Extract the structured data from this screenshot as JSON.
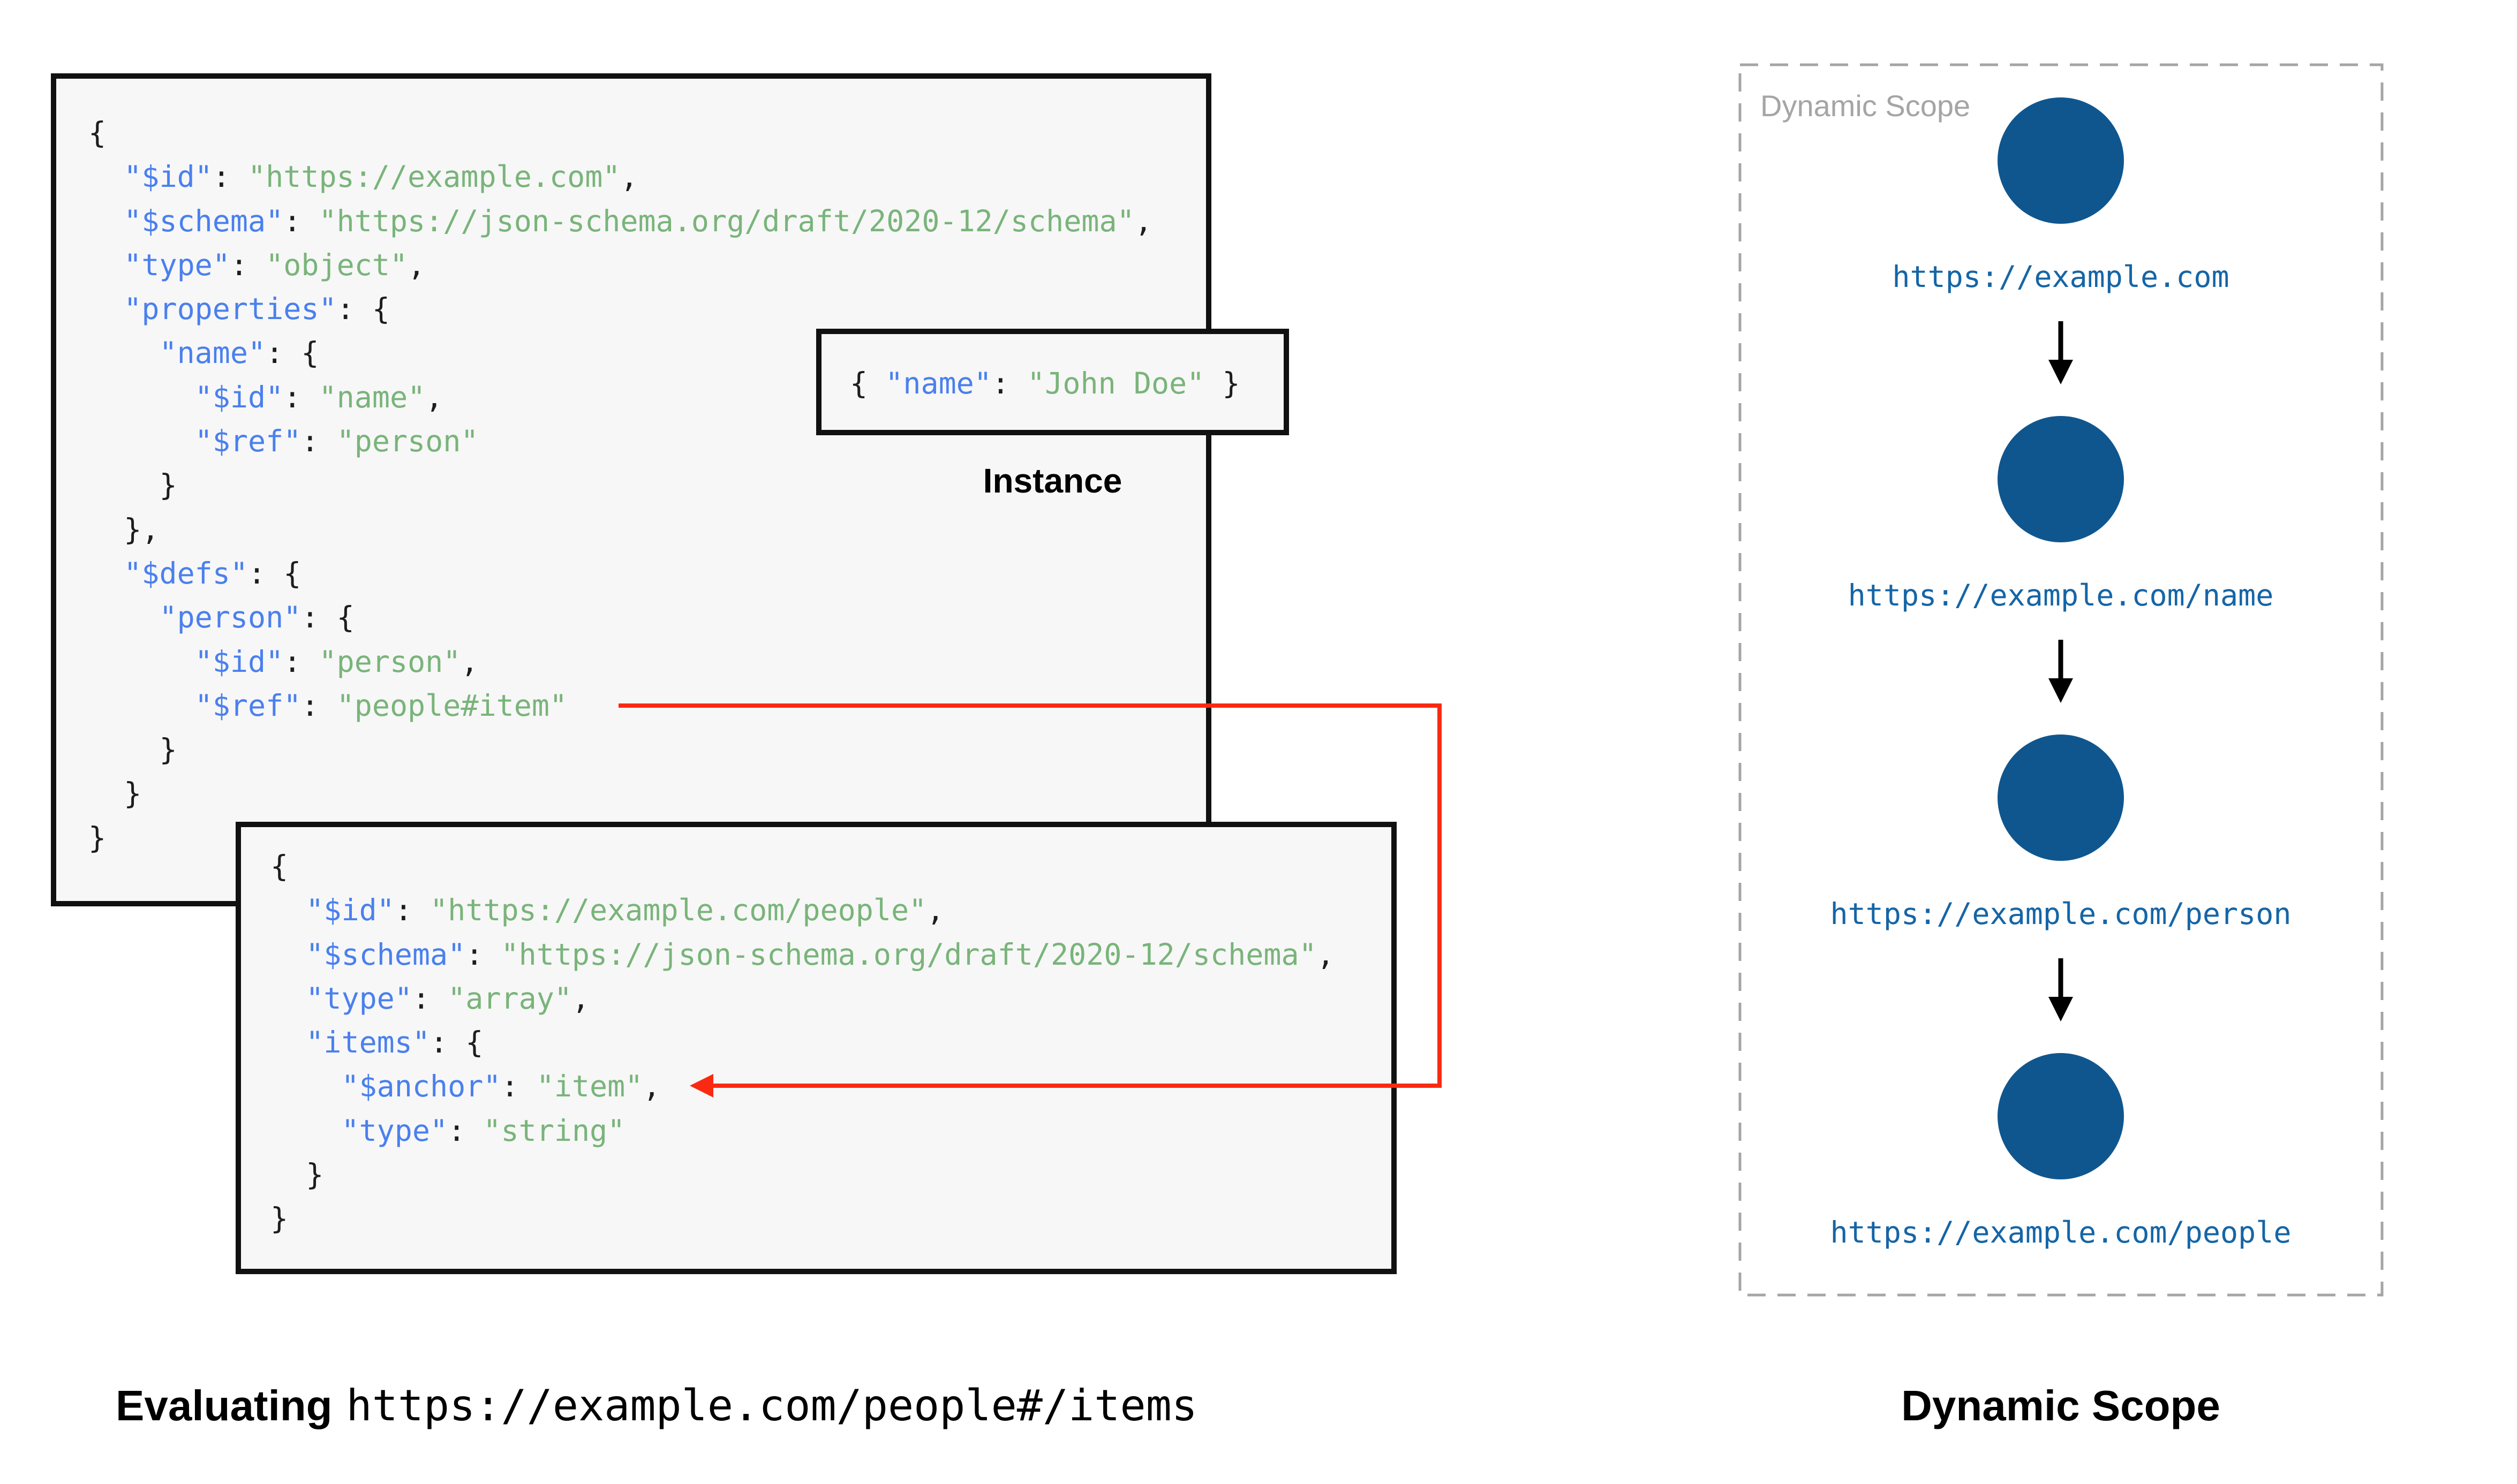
{
  "colors": {
    "key": "#4a80ee",
    "string": "#79b47a",
    "punct": "#1d1d1d",
    "box_bg": "#f7f7f7",
    "box_border": "#111111",
    "circle": "#10568e",
    "scope_label": "#1565a6",
    "red": "#fa2a12",
    "panel_gray": "#a5a5a5"
  },
  "schema_box": {
    "lines": [
      [
        {
          "t": "{",
          "c": "p"
        }
      ],
      [
        {
          "t": "  ",
          "c": "p"
        },
        {
          "t": "\"$id\"",
          "c": "k"
        },
        {
          "t": ": ",
          "c": "p"
        },
        {
          "t": "\"https://example.com\"",
          "c": "s"
        },
        {
          "t": ",",
          "c": "p"
        }
      ],
      [
        {
          "t": "  ",
          "c": "p"
        },
        {
          "t": "\"$schema\"",
          "c": "k"
        },
        {
          "t": ": ",
          "c": "p"
        },
        {
          "t": "\"https://json-schema.org/draft/2020-12/schema\"",
          "c": "s"
        },
        {
          "t": ",",
          "c": "p"
        }
      ],
      [
        {
          "t": "  ",
          "c": "p"
        },
        {
          "t": "\"type\"",
          "c": "k"
        },
        {
          "t": ": ",
          "c": "p"
        },
        {
          "t": "\"object\"",
          "c": "s"
        },
        {
          "t": ",",
          "c": "p"
        }
      ],
      [
        {
          "t": "  ",
          "c": "p"
        },
        {
          "t": "\"properties\"",
          "c": "k"
        },
        {
          "t": ": {",
          "c": "p"
        }
      ],
      [
        {
          "t": "    ",
          "c": "p"
        },
        {
          "t": "\"name\"",
          "c": "k"
        },
        {
          "t": ": {",
          "c": "p"
        }
      ],
      [
        {
          "t": "      ",
          "c": "p"
        },
        {
          "t": "\"$id\"",
          "c": "k"
        },
        {
          "t": ": ",
          "c": "p"
        },
        {
          "t": "\"name\"",
          "c": "s"
        },
        {
          "t": ",",
          "c": "p"
        }
      ],
      [
        {
          "t": "      ",
          "c": "p"
        },
        {
          "t": "\"$ref\"",
          "c": "k"
        },
        {
          "t": ": ",
          "c": "p"
        },
        {
          "t": "\"person\"",
          "c": "s"
        }
      ],
      [
        {
          "t": "    }",
          "c": "p"
        }
      ],
      [
        {
          "t": "  },",
          "c": "p"
        }
      ],
      [
        {
          "t": "  ",
          "c": "p"
        },
        {
          "t": "\"$defs\"",
          "c": "k"
        },
        {
          "t": ": {",
          "c": "p"
        }
      ],
      [
        {
          "t": "    ",
          "c": "p"
        },
        {
          "t": "\"person\"",
          "c": "k"
        },
        {
          "t": ": {",
          "c": "p"
        }
      ],
      [
        {
          "t": "      ",
          "c": "p"
        },
        {
          "t": "\"$id\"",
          "c": "k"
        },
        {
          "t": ": ",
          "c": "p"
        },
        {
          "t": "\"person\"",
          "c": "s"
        },
        {
          "t": ",",
          "c": "p"
        }
      ],
      [
        {
          "t": "      ",
          "c": "p"
        },
        {
          "t": "\"$ref\"",
          "c": "k"
        },
        {
          "t": ": ",
          "c": "p"
        },
        {
          "t": "\"people#item\"",
          "c": "s"
        }
      ],
      [
        {
          "t": "    }",
          "c": "p"
        }
      ],
      [
        {
          "t": "  }",
          "c": "p"
        }
      ],
      [
        {
          "t": "}",
          "c": "p"
        }
      ]
    ]
  },
  "people_box": {
    "lines": [
      [
        {
          "t": "{",
          "c": "p"
        }
      ],
      [
        {
          "t": "  ",
          "c": "p"
        },
        {
          "t": "\"$id\"",
          "c": "k"
        },
        {
          "t": ": ",
          "c": "p"
        },
        {
          "t": "\"https://example.com/people\"",
          "c": "s"
        },
        {
          "t": ",",
          "c": "p"
        }
      ],
      [
        {
          "t": "  ",
          "c": "p"
        },
        {
          "t": "\"$schema\"",
          "c": "k"
        },
        {
          "t": ": ",
          "c": "p"
        },
        {
          "t": "\"https://json-schema.org/draft/2020-12/schema\"",
          "c": "s"
        },
        {
          "t": ",",
          "c": "p"
        }
      ],
      [
        {
          "t": "  ",
          "c": "p"
        },
        {
          "t": "\"type\"",
          "c": "k"
        },
        {
          "t": ": ",
          "c": "p"
        },
        {
          "t": "\"array\"",
          "c": "s"
        },
        {
          "t": ",",
          "c": "p"
        }
      ],
      [
        {
          "t": "  ",
          "c": "p"
        },
        {
          "t": "\"items\"",
          "c": "k"
        },
        {
          "t": ": {",
          "c": "p"
        }
      ],
      [
        {
          "t": "    ",
          "c": "p"
        },
        {
          "t": "\"$anchor\"",
          "c": "k"
        },
        {
          "t": ": ",
          "c": "p"
        },
        {
          "t": "\"item\"",
          "c": "s"
        },
        {
          "t": ",",
          "c": "p"
        }
      ],
      [
        {
          "t": "    ",
          "c": "p"
        },
        {
          "t": "\"type\"",
          "c": "k"
        },
        {
          "t": ": ",
          "c": "p"
        },
        {
          "t": "\"string\"",
          "c": "s"
        }
      ],
      [
        {
          "t": "  }",
          "c": "p"
        }
      ],
      [
        {
          "t": "}",
          "c": "p"
        }
      ]
    ]
  },
  "instance_box": {
    "label": "Instance",
    "code_lines": [
      [
        {
          "t": "{ ",
          "c": "p"
        },
        {
          "t": "\"name\"",
          "c": "k"
        },
        {
          "t": ": ",
          "c": "p"
        },
        {
          "t": "\"John Doe\"",
          "c": "s"
        },
        {
          "t": " }",
          "c": "p"
        }
      ]
    ]
  },
  "dynamic_scope": {
    "panel_label": "Dynamic Scope",
    "caption": "Dynamic Scope",
    "nodes": [
      {
        "label": "https://example.com"
      },
      {
        "label": "https://example.com/name"
      },
      {
        "label": "https://example.com/person"
      },
      {
        "label": "https://example.com/people"
      }
    ]
  },
  "evaluating": {
    "prefix": "Evaluating",
    "uri": "https://example.com/people#/items"
  }
}
